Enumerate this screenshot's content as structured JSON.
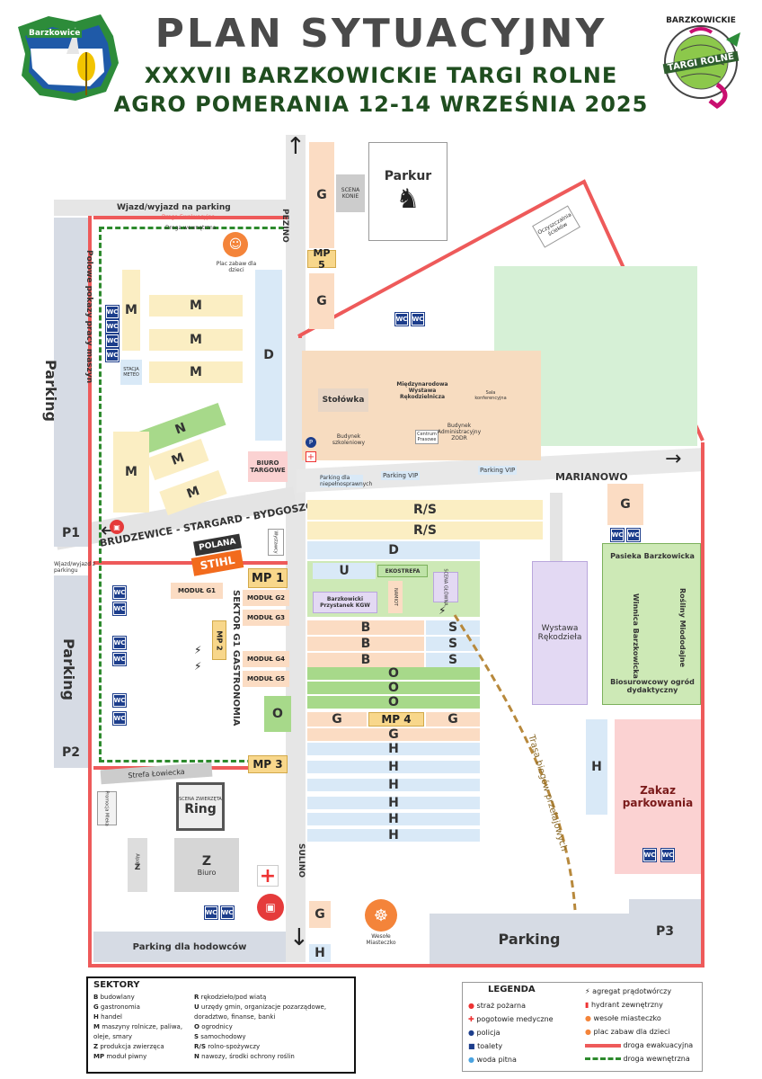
{
  "header": {
    "title": "PLAN SYTUACYJNY",
    "subtitle1": "XXXVII BARZKOWICKIE TARGI ROLNE",
    "subtitle2": "AGRO POMERANIA 12-14 WRZEŚNIA 2025",
    "logo_left_text": "Barzkowice",
    "logo_right_top": "BARZKOWICKIE",
    "logo_right_bottom": "TARGI ROLNE"
  },
  "roads": {
    "pezino": "PEZINO",
    "marianowo": "MARIANOWO",
    "brzezowice": "BRUDZEWICE - STARGARD - BYDGOSZCZ",
    "sulino": "SULINO",
    "wjazd": "Wjazd/wyjazd na parking",
    "droga_ewak": "Droga Ewakuacyjna",
    "droga_wewn": "Droga wewnętrzna",
    "wjazd_parking": "Wjazd/wyjazd z parkingu",
    "trasa": "Trasa biegów przełajowych"
  },
  "areas": {
    "parkur": "Parkur",
    "scena_konie": "SCENA KONIE",
    "oczyszczalnia": "Oczyszczalnia ścieków",
    "plac_zabaw": "Plac zabaw dla dzieci",
    "polowe": "Polowe pokazy pracy maszyn",
    "stacja": "STACJA METEO",
    "biuro_targowe": "BIURO TARGOWE",
    "stolowka": "Stołówka",
    "wystawa_rek": "Międzynarodowa Wystawa Rękodzielnicza",
    "sala": "Sala konferencyjna",
    "budynek_szk": "Budynek szkoleniowy",
    "centrum": "Centrum Prasowe",
    "budynek_adm": "Budynek Administracyjny ZODR",
    "parking_niep": "Parking dla niepełnosprawnych",
    "parking_vip": "Parking VIP",
    "polana": "POLANA",
    "stihl": "STIHL",
    "wystawcy": "Wystawcy",
    "ekostrefa": "EKOSTREFA",
    "namiot": "NAMIOT",
    "scena_glowna": "SCENA GŁÓWNA",
    "przystanek": "Barzkowicki Przystanek KGW",
    "sektor": "SEKTOR G1 GASTRONOMIA",
    "wystawa": "Wystawa Rękodzieła",
    "pasieka": "Pasieka Barzkowicka",
    "winnica": "Winnica Barzkowicka",
    "rosliny": "Rośliny Miododajne",
    "biosur": "Biosurowcowy ogród dydaktyczny",
    "zakaz": "Zakaz parkowania",
    "strefa": "Strefa Łowiecka",
    "ring": "Ring",
    "scena_zw": "SCENA ZWIERZĘTA",
    "promocja": "Promocja Mleka",
    "alpaki": "Alpaki",
    "biuro": "Biuro",
    "parking_hod": "Parking dla hodowców",
    "wesole": "Wesołe Miasteczko",
    "parking": "Parking",
    "p1": "P1",
    "p2": "P2",
    "p3": "P3"
  },
  "sectors": {
    "g": "G",
    "m": "M",
    "n": "N",
    "d": "D",
    "h": "H",
    "u": "U",
    "b": "B",
    "s": "S",
    "o": "O",
    "z": "Z",
    "rs": "R/S",
    "wc": "WC",
    "mp1": "MP 1",
    "mp2": "MP 2",
    "mp3": "MP 3",
    "mp4": "MP 4",
    "mp5": "MP 5",
    "modul_g1": "MODUŁ G1",
    "modul_g2": "MODUŁ G2",
    "modul_g3": "MODUŁ G3",
    "modul_g4": "MODUŁ G4",
    "modul_g5": "MODUŁ G5"
  },
  "sektory": {
    "heading": "SEKTORY",
    "left": [
      {
        "k": "B",
        "v": "budowlany"
      },
      {
        "k": "G",
        "v": "gastronomia"
      },
      {
        "k": "H",
        "v": "handel"
      },
      {
        "k": "M",
        "v": "maszyny rolnicze, paliwa, oleje, smary"
      },
      {
        "k": "Z",
        "v": "produkcja zwierzęca"
      },
      {
        "k": "MP",
        "v": "moduł piwny"
      }
    ],
    "right": [
      {
        "k": "R",
        "v": "rękodzieło/pod wiatą"
      },
      {
        "k": "U",
        "v": "urzędy gmin, organizacje pozarządowe, doradztwo, finanse, banki"
      },
      {
        "k": "O",
        "v": "ogrodnicy"
      },
      {
        "k": "S",
        "v": "samochodowy"
      },
      {
        "k": "R/S",
        "v": "rolno-spożywczy"
      },
      {
        "k": "N",
        "v": "nawozy, środki ochrony roślin"
      }
    ]
  },
  "legenda": {
    "heading": "LEGENDA",
    "left": [
      "straż pożarna",
      "pogotowie medyczne",
      "policja",
      "toalety",
      "woda pitna"
    ],
    "right": [
      "agregat prądotwórczy",
      "hydrant zewnętrzny",
      "wesołe miasteczko",
      "plac zabaw dla dzieci",
      "droga ewakuacyjna",
      "droga wewnętrzna"
    ]
  },
  "colors": {
    "evac": "#ee5a5a",
    "internal": "#2d8a2d",
    "title": "#1f4d1f"
  }
}
